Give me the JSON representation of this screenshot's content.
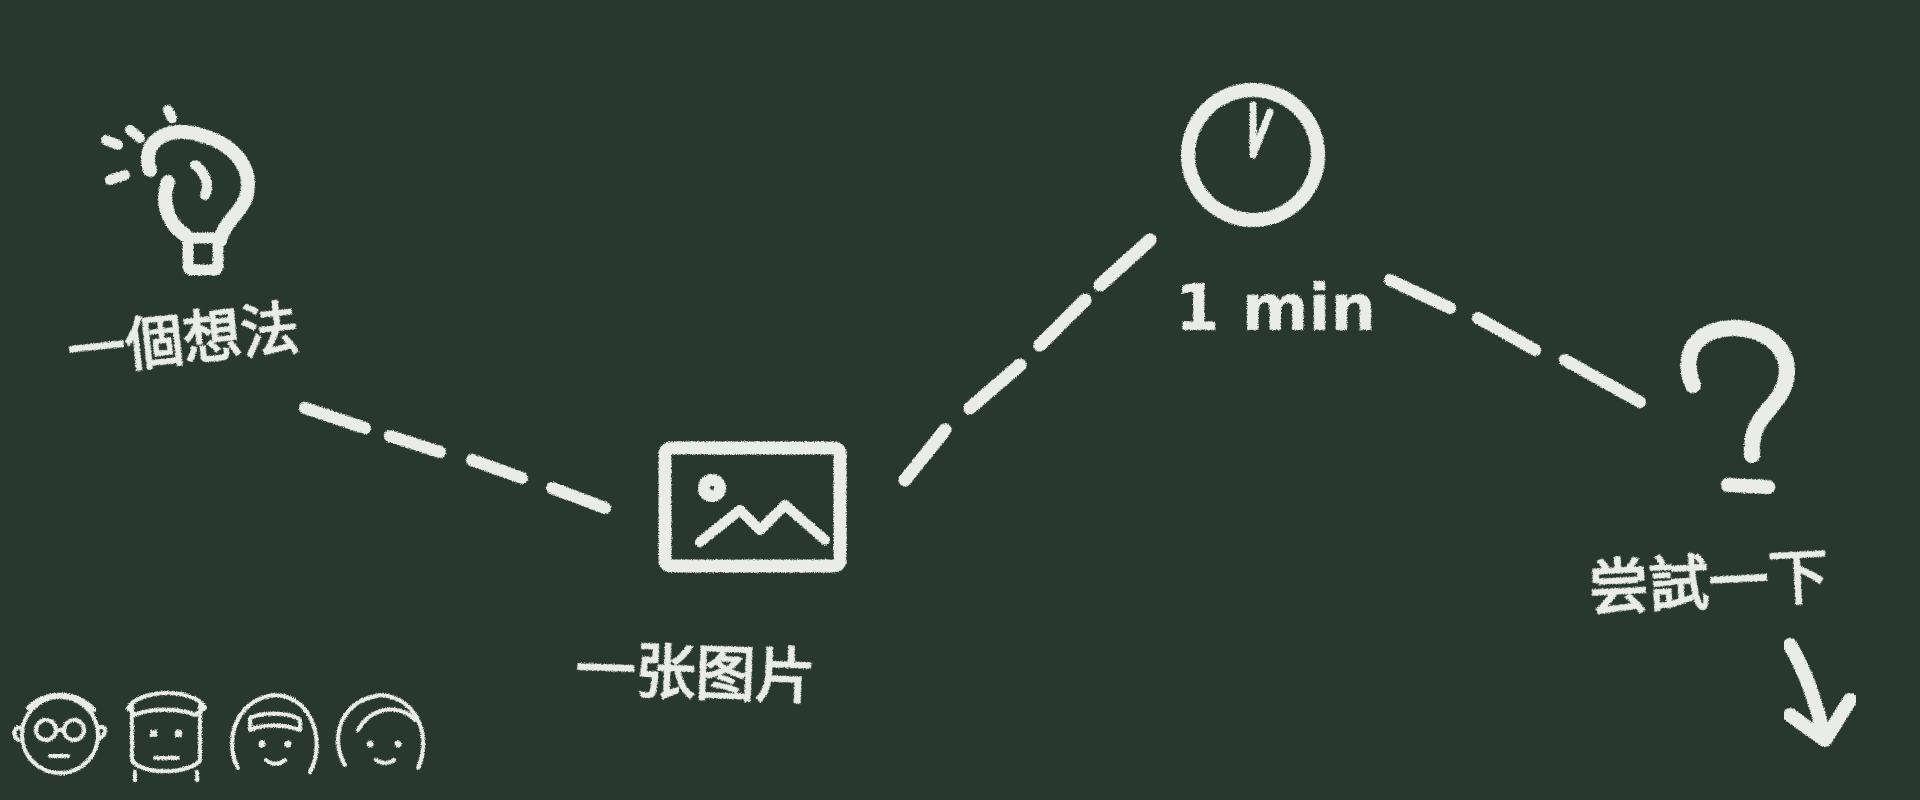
{
  "colors": {
    "background": "#293731",
    "chalk": "#e9ece8"
  },
  "steps": [
    {
      "icon": "lightbulb-icon",
      "label": "一個想法"
    },
    {
      "icon": "picture-icon",
      "label": "一张图片"
    },
    {
      "icon": "clock-icon",
      "label": "1 min"
    },
    {
      "icon": "question-mark-icon",
      "label": "尝試一下"
    }
  ],
  "people": [
    {
      "icon": "face-glasses-icon"
    },
    {
      "icon": "face-short-hair-icon"
    },
    {
      "icon": "face-bangs-icon"
    },
    {
      "icon": "face-side-part-icon"
    }
  ],
  "cta_arrow": {
    "icon": "arrow-down-right-icon"
  }
}
